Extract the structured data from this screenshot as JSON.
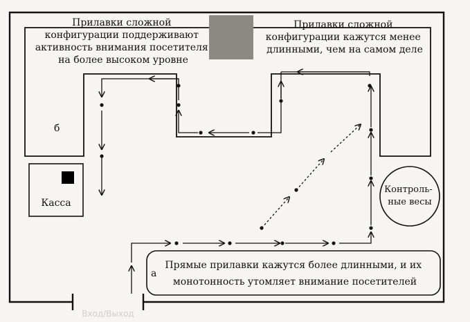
{
  "labels": {
    "top_left_text": [
      "Прилавки сложной",
      "конфигурации поддерживают",
      "активность внимания посетителя",
      "на более высоком уровне"
    ],
    "top_right_text": [
      "Прилавки сложной",
      "конфигурации кажутся менее",
      "длинными, чем на самом деле"
    ],
    "bottom_text": [
      "Прямые прилавки кажутся более длинными, и их",
      "монотонность утомляет внимание посетителей"
    ],
    "letter_b": "б",
    "letter_a": "а",
    "cashier": "Касса",
    "scales": [
      "Контроль-",
      "ные весы"
    ],
    "entrance": "Вход/Выход"
  },
  "colors": {
    "ink": "#111111",
    "paper": "#f6f5f1",
    "gray_block": "#8a8a82",
    "black_square": "#000000"
  }
}
